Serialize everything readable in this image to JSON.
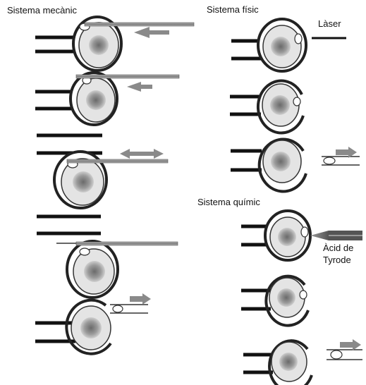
{
  "labels": {
    "mechanical": "Sistema mecànic",
    "physical": "Sistema físic",
    "laser": "Làser",
    "chemical": "Sistema químic",
    "acid_line1": "Àcid de",
    "acid_line2": "Tyrode"
  },
  "colors": {
    "outline": "#222222",
    "cell_fill": "#e4e4e4",
    "nucleus": "#8c8c8c",
    "arrow": "#8a8a8a",
    "pipette": "#999999"
  }
}
